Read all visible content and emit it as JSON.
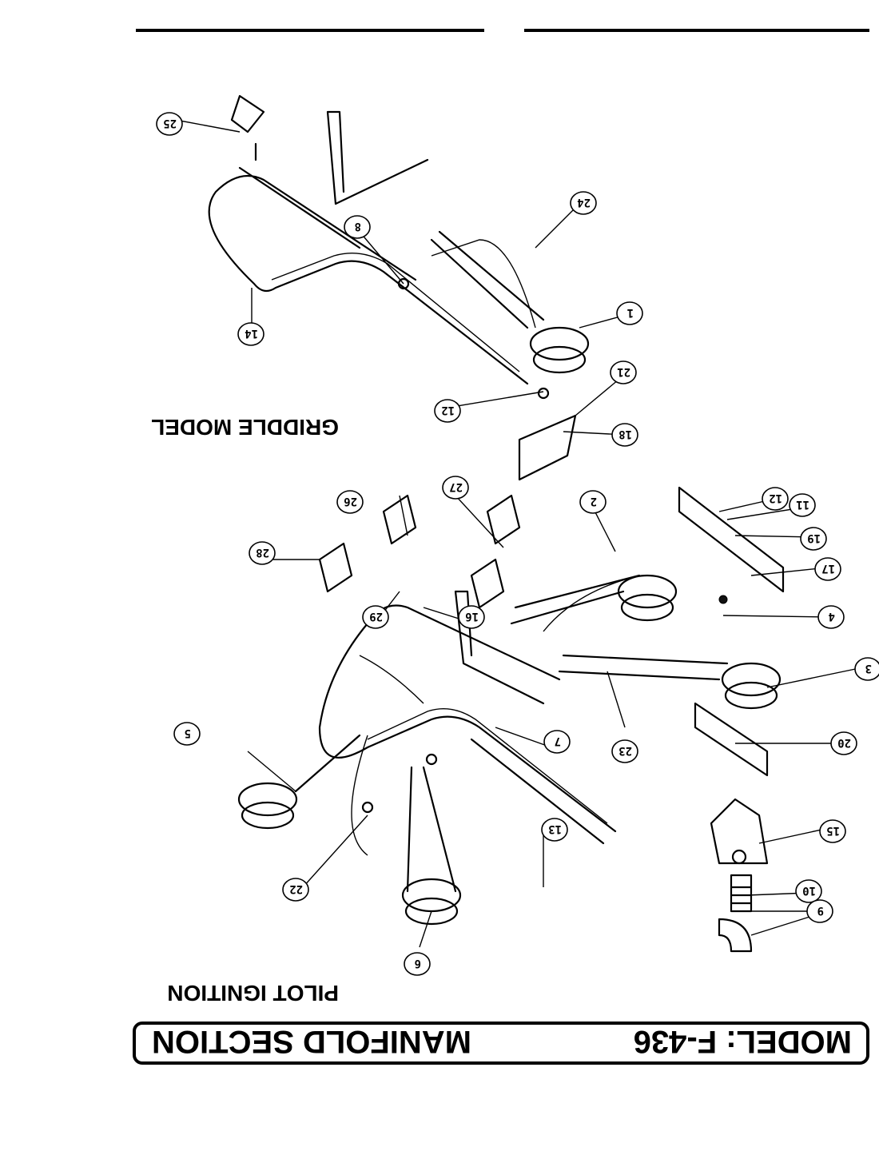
{
  "header": {
    "model": "MODEL: F-436",
    "section": "MANIFOLD SECTION"
  },
  "captions": {
    "pilot_ignition": "PILOT IGNITION",
    "griddle_model": "GRIDDLE MODEL"
  },
  "callouts": {
    "griddle": [
      "25",
      "24",
      "8",
      "1",
      "14",
      "12",
      "21",
      "18"
    ],
    "pilot": [
      "27",
      "26",
      "2",
      "12",
      "11",
      "19",
      "17",
      "28",
      "29",
      "16",
      "4",
      "3",
      "5",
      "7",
      "23",
      "20",
      "15",
      "10",
      "9",
      "13",
      "22",
      "6"
    ]
  }
}
